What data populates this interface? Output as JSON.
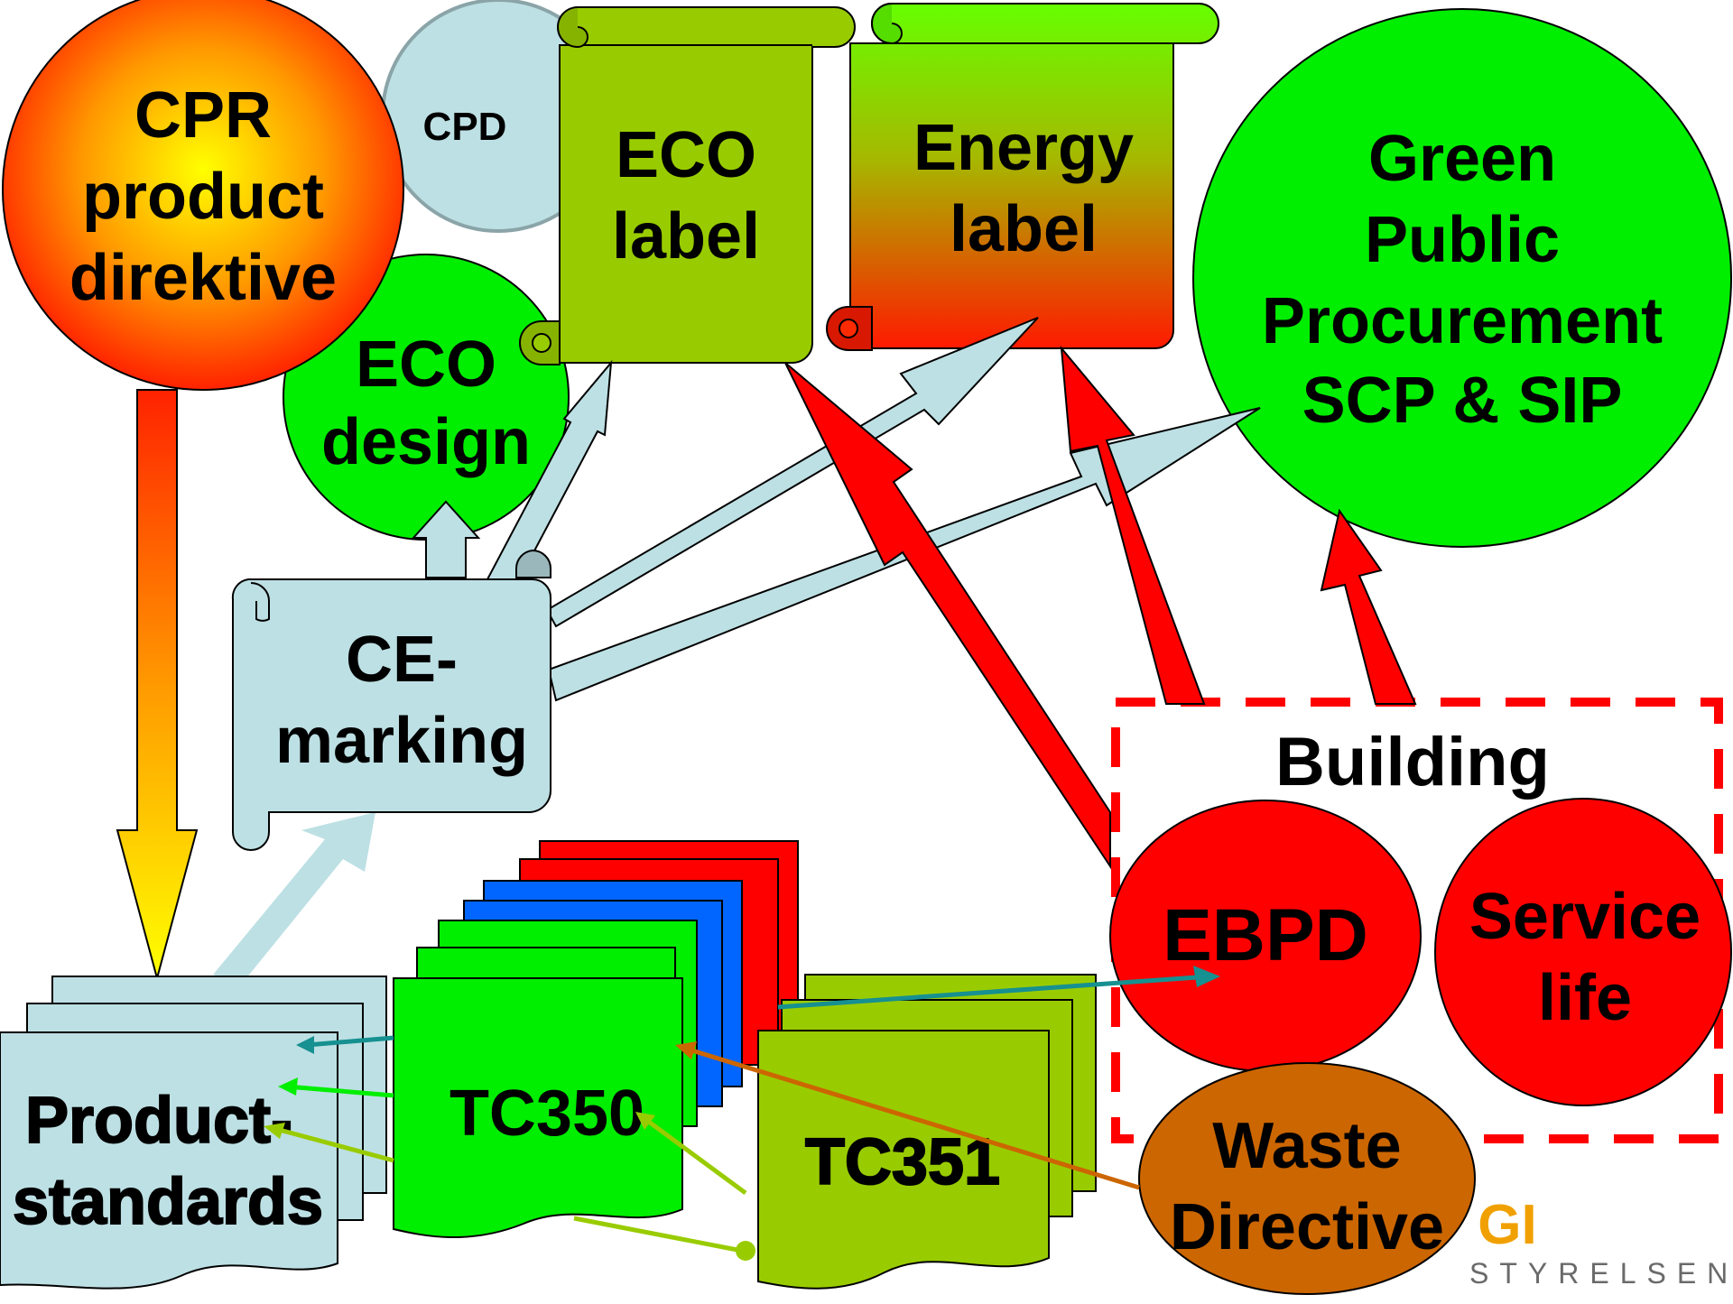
{
  "nodes": {
    "cpr": {
      "lines": [
        "CPR",
        "product",
        "direktive"
      ]
    },
    "cpd": {
      "label": "CPD"
    },
    "eco_label": {
      "lines": [
        "ECO",
        "label"
      ]
    },
    "energy_label": {
      "lines": [
        "Energy",
        "label"
      ]
    },
    "gpp": {
      "lines": [
        "Green",
        "Public",
        "Procurement",
        "SCP & SIP"
      ]
    },
    "eco_design": {
      "lines": [
        "ECO",
        "design"
      ]
    },
    "ce_marking": {
      "lines": [
        "CE-",
        "marking"
      ]
    },
    "product_standards": {
      "lines": [
        "Product-",
        "standards"
      ]
    },
    "tc350": {
      "label": "TC350"
    },
    "tc351": {
      "label": "TC351"
    },
    "building": {
      "label": "Building"
    },
    "ebpd": {
      "label": "EBPD"
    },
    "service_life": {
      "lines": [
        "Service",
        "life"
      ]
    },
    "waste_directive": {
      "lines": [
        "Waste",
        "Directive"
      ]
    }
  },
  "logo": {
    "mark": "GI",
    "wordmark": "STYRELSEN"
  },
  "colors": {
    "red": "#ff0000",
    "green": "#00ee00",
    "olive": "#99cc00",
    "lightblue": "#bde0e4",
    "blue": "#0066ff",
    "brown": "#cc6600",
    "teal": "#169090"
  }
}
